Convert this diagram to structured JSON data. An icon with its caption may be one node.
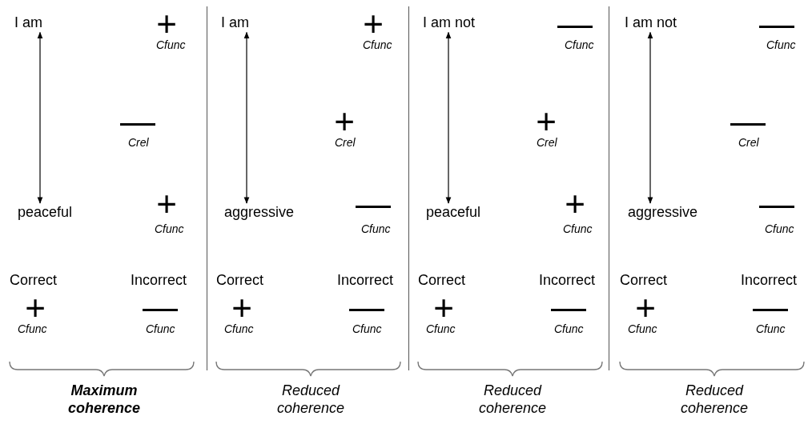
{
  "diagram": {
    "nodes": [
      {
        "text": [
          "I am"
        ]
      },
      {
        "text": [
          "peaceful"
        ]
      },
      {
        "text": [
          "I am"
        ]
      },
      {
        "text": [
          "aggressive"
        ]
      },
      {
        "text": [
          "I am not"
        ]
      },
      {
        "text": [
          "peaceful"
        ]
      },
      {
        "text": [
          "I am not"
        ]
      },
      {
        "text": [
          "aggressive"
        ]
      }
    ],
    "edges": [
      {
        "from": 0,
        "to": 1,
        "arrow": "both"
      },
      {
        "from": 2,
        "to": 3,
        "arrow": "both"
      },
      {
        "from": 4,
        "to": 5,
        "arrow": "both"
      },
      {
        "from": 6,
        "to": 7,
        "arrow": "both"
      }
    ],
    "labels": [
      "+",
      "Cfunc",
      "—",
      "Crel",
      "+",
      "Cfunc",
      "Correct",
      "Incorrect",
      "+",
      "Cfunc",
      "—",
      "Cfunc",
      "Maximum coherence",
      "+",
      "Cfunc",
      "+",
      "Crel",
      "—",
      "Cfunc",
      "Correct",
      "Incorrect",
      "+",
      "Cfunc",
      "—",
      "Cfunc",
      "Reduced coherence",
      "—",
      "Cfunc",
      "+",
      "Crel",
      "+",
      "Cfunc",
      "Correct",
      "Incorrect",
      "+",
      "Cfunc",
      "—",
      "Cfunc",
      "Reduced coherence",
      "—",
      "Cfunc",
      "—",
      "Crel",
      "—",
      "Cfunc",
      "Correct",
      "Incorrect",
      "+",
      "Cfunc",
      "—",
      "Cfunc",
      "Reduced coherence"
    ]
  }
}
